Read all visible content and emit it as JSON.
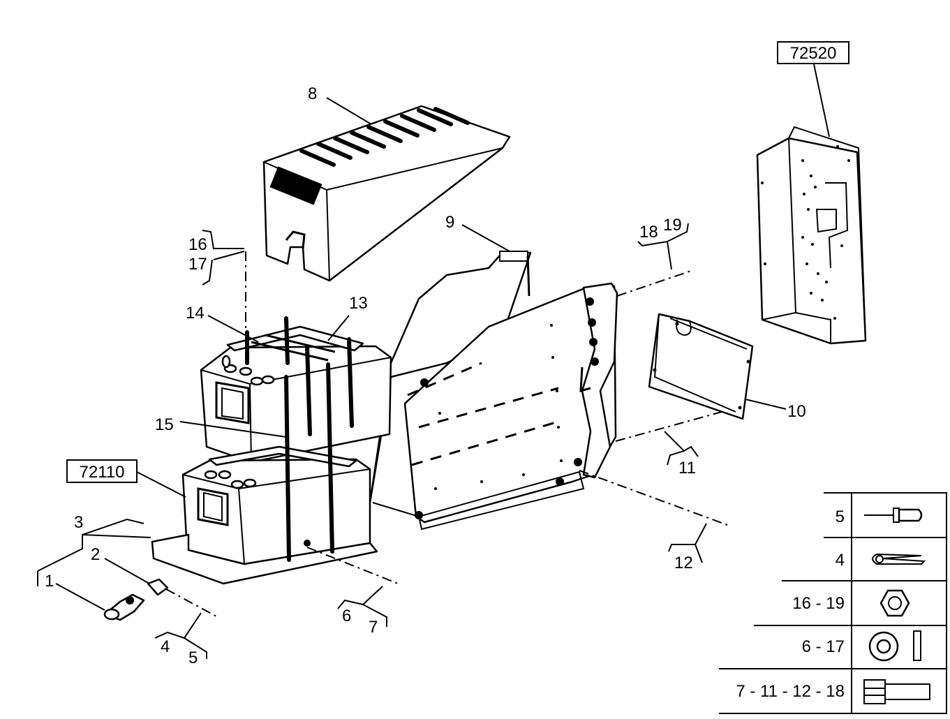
{
  "diagram": {
    "reference_boxes": {
      "top_right": "72520",
      "left": "72110"
    },
    "callouts": {
      "c1": "1",
      "c2": "2",
      "c3": "3",
      "c4": "4",
      "c5": "5",
      "c6": "6",
      "c7": "7",
      "c8": "8",
      "c9": "9",
      "c10": "10",
      "c11": "11",
      "c12": "12",
      "c13": "13",
      "c14": "14",
      "c15": "15",
      "c16": "16",
      "c17": "17",
      "c18": "18",
      "c19": "19"
    },
    "legend": [
      {
        "label": "5",
        "icon": "rivet-icon"
      },
      {
        "label": "4",
        "icon": "cotter-pin-icon"
      },
      {
        "label": "16 - 19",
        "icon": "hex-nut-icon"
      },
      {
        "label": "6 - 17",
        "icon": "washer-icon"
      },
      {
        "label": "7 - 11 - 12 - 18",
        "icon": "hex-bolt-icon"
      }
    ]
  }
}
